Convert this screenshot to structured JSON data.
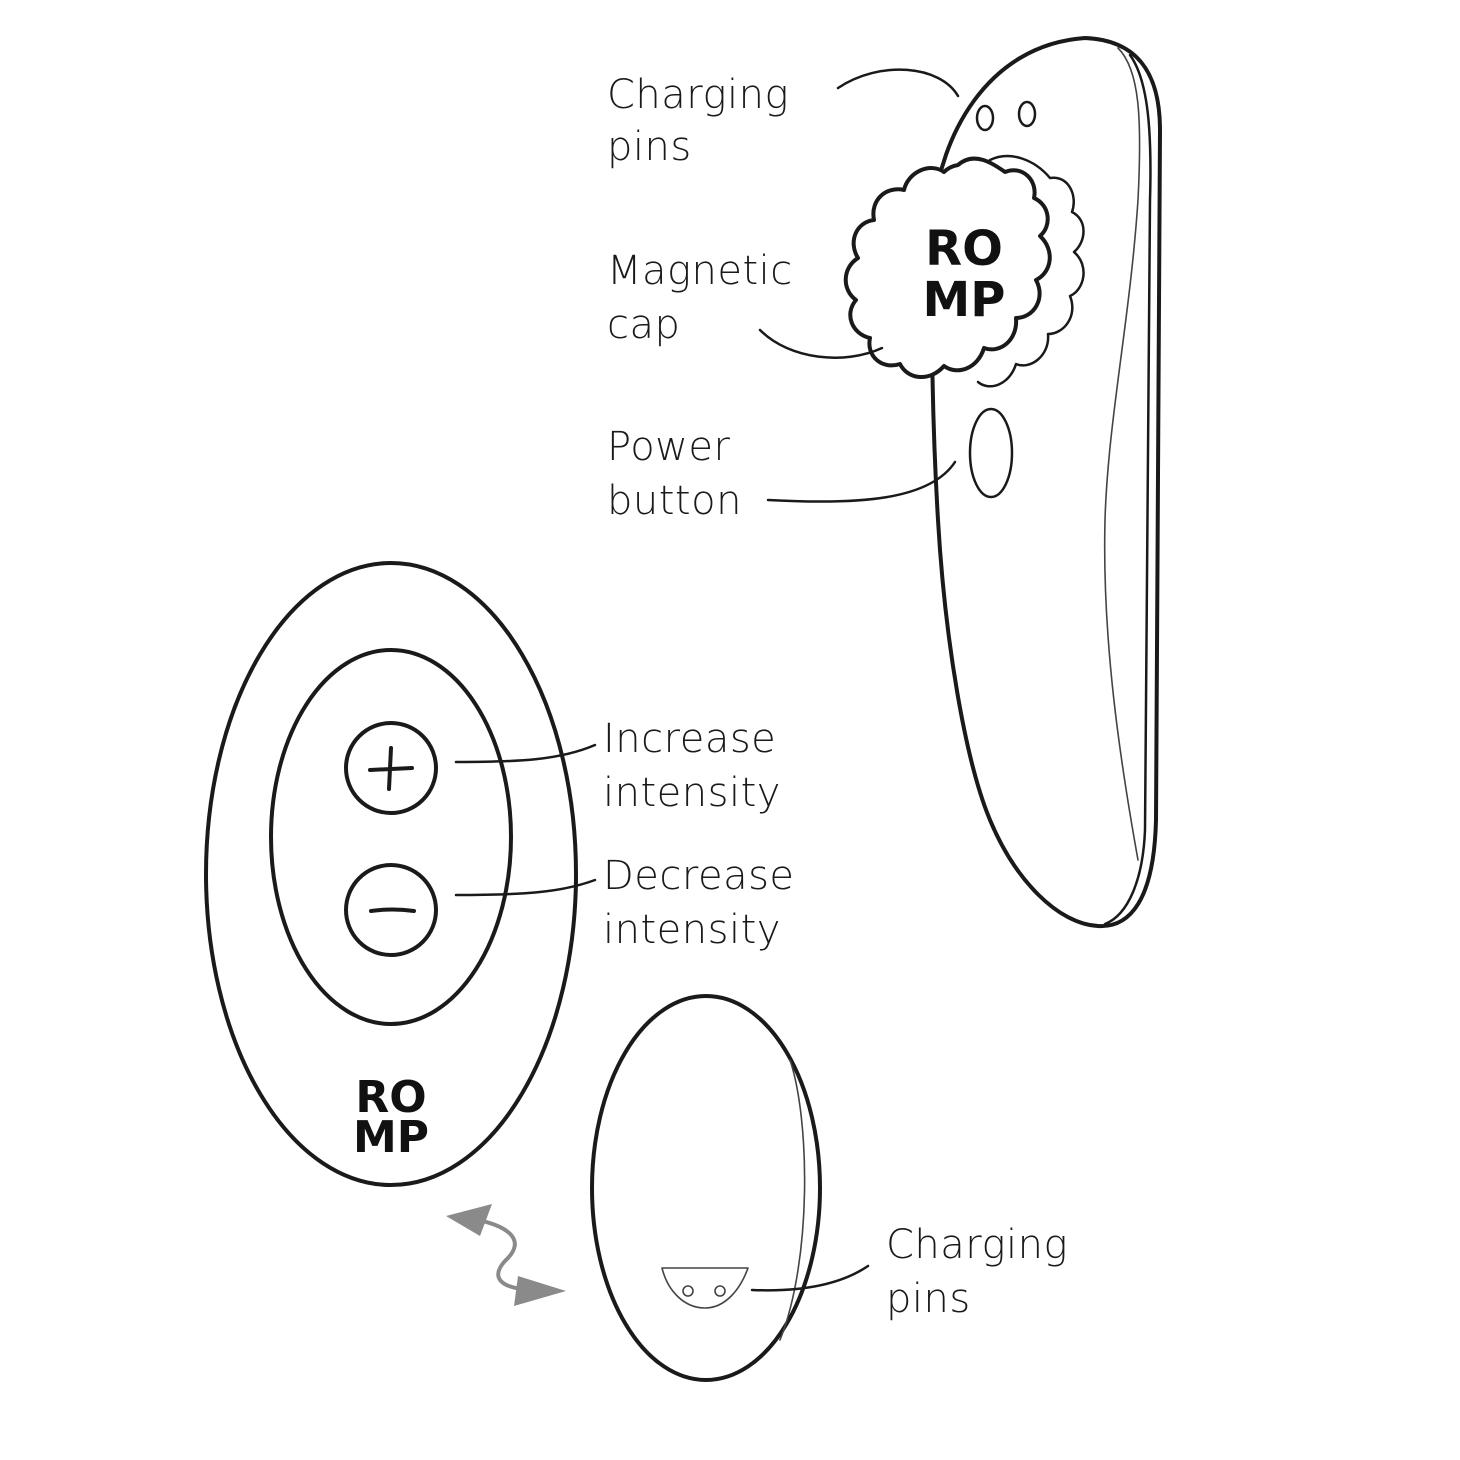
{
  "device": {
    "charging_pins_label": [
      "Charging",
      "pins"
    ],
    "magnetic_cap_label": [
      "Magnetic",
      "cap"
    ],
    "power_button_label": [
      "Power",
      "button"
    ],
    "cap_logo": [
      "RO",
      "MP"
    ]
  },
  "remote": {
    "increase_label": [
      "Increase",
      "intensity"
    ],
    "decrease_label": [
      "Decrease",
      "intensity"
    ],
    "logo": [
      "RO",
      "MP"
    ]
  },
  "pod": {
    "charging_pins_label": [
      "Charging",
      "pins"
    ]
  },
  "colors": {
    "stroke": "#1a1a1a",
    "arrow": "#8a8a8a",
    "background": "#ffffff"
  }
}
